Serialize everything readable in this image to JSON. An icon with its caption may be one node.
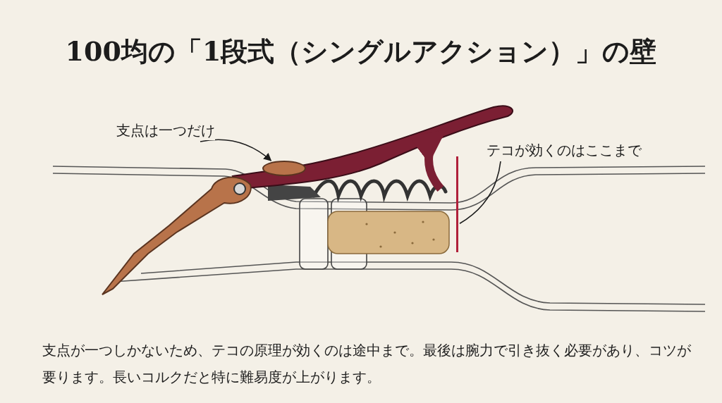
{
  "diagram": {
    "title": "100均の「1段式（シングルアクション）」の壁",
    "caption": "支点が一つしかないため、テコの原理が効くのは途中まで。最後は腕力で引き抜く必要があり、コツが要ります。長いコルクだと特に難易度が上がります。",
    "nodes": [
      {
        "text": [
          "支点は一つだけ"
        ]
      },
      {
        "text": [],
        "shape": "circle"
      },
      {
        "text": [
          "テコが効くのはここまで"
        ]
      },
      {
        "text": [],
        "shape": "bar"
      }
    ],
    "edges": [
      {
        "from": 0,
        "to": 1,
        "arrow": "to"
      },
      {
        "from": 2,
        "to": 3,
        "arrow": "none"
      }
    ]
  }
}
